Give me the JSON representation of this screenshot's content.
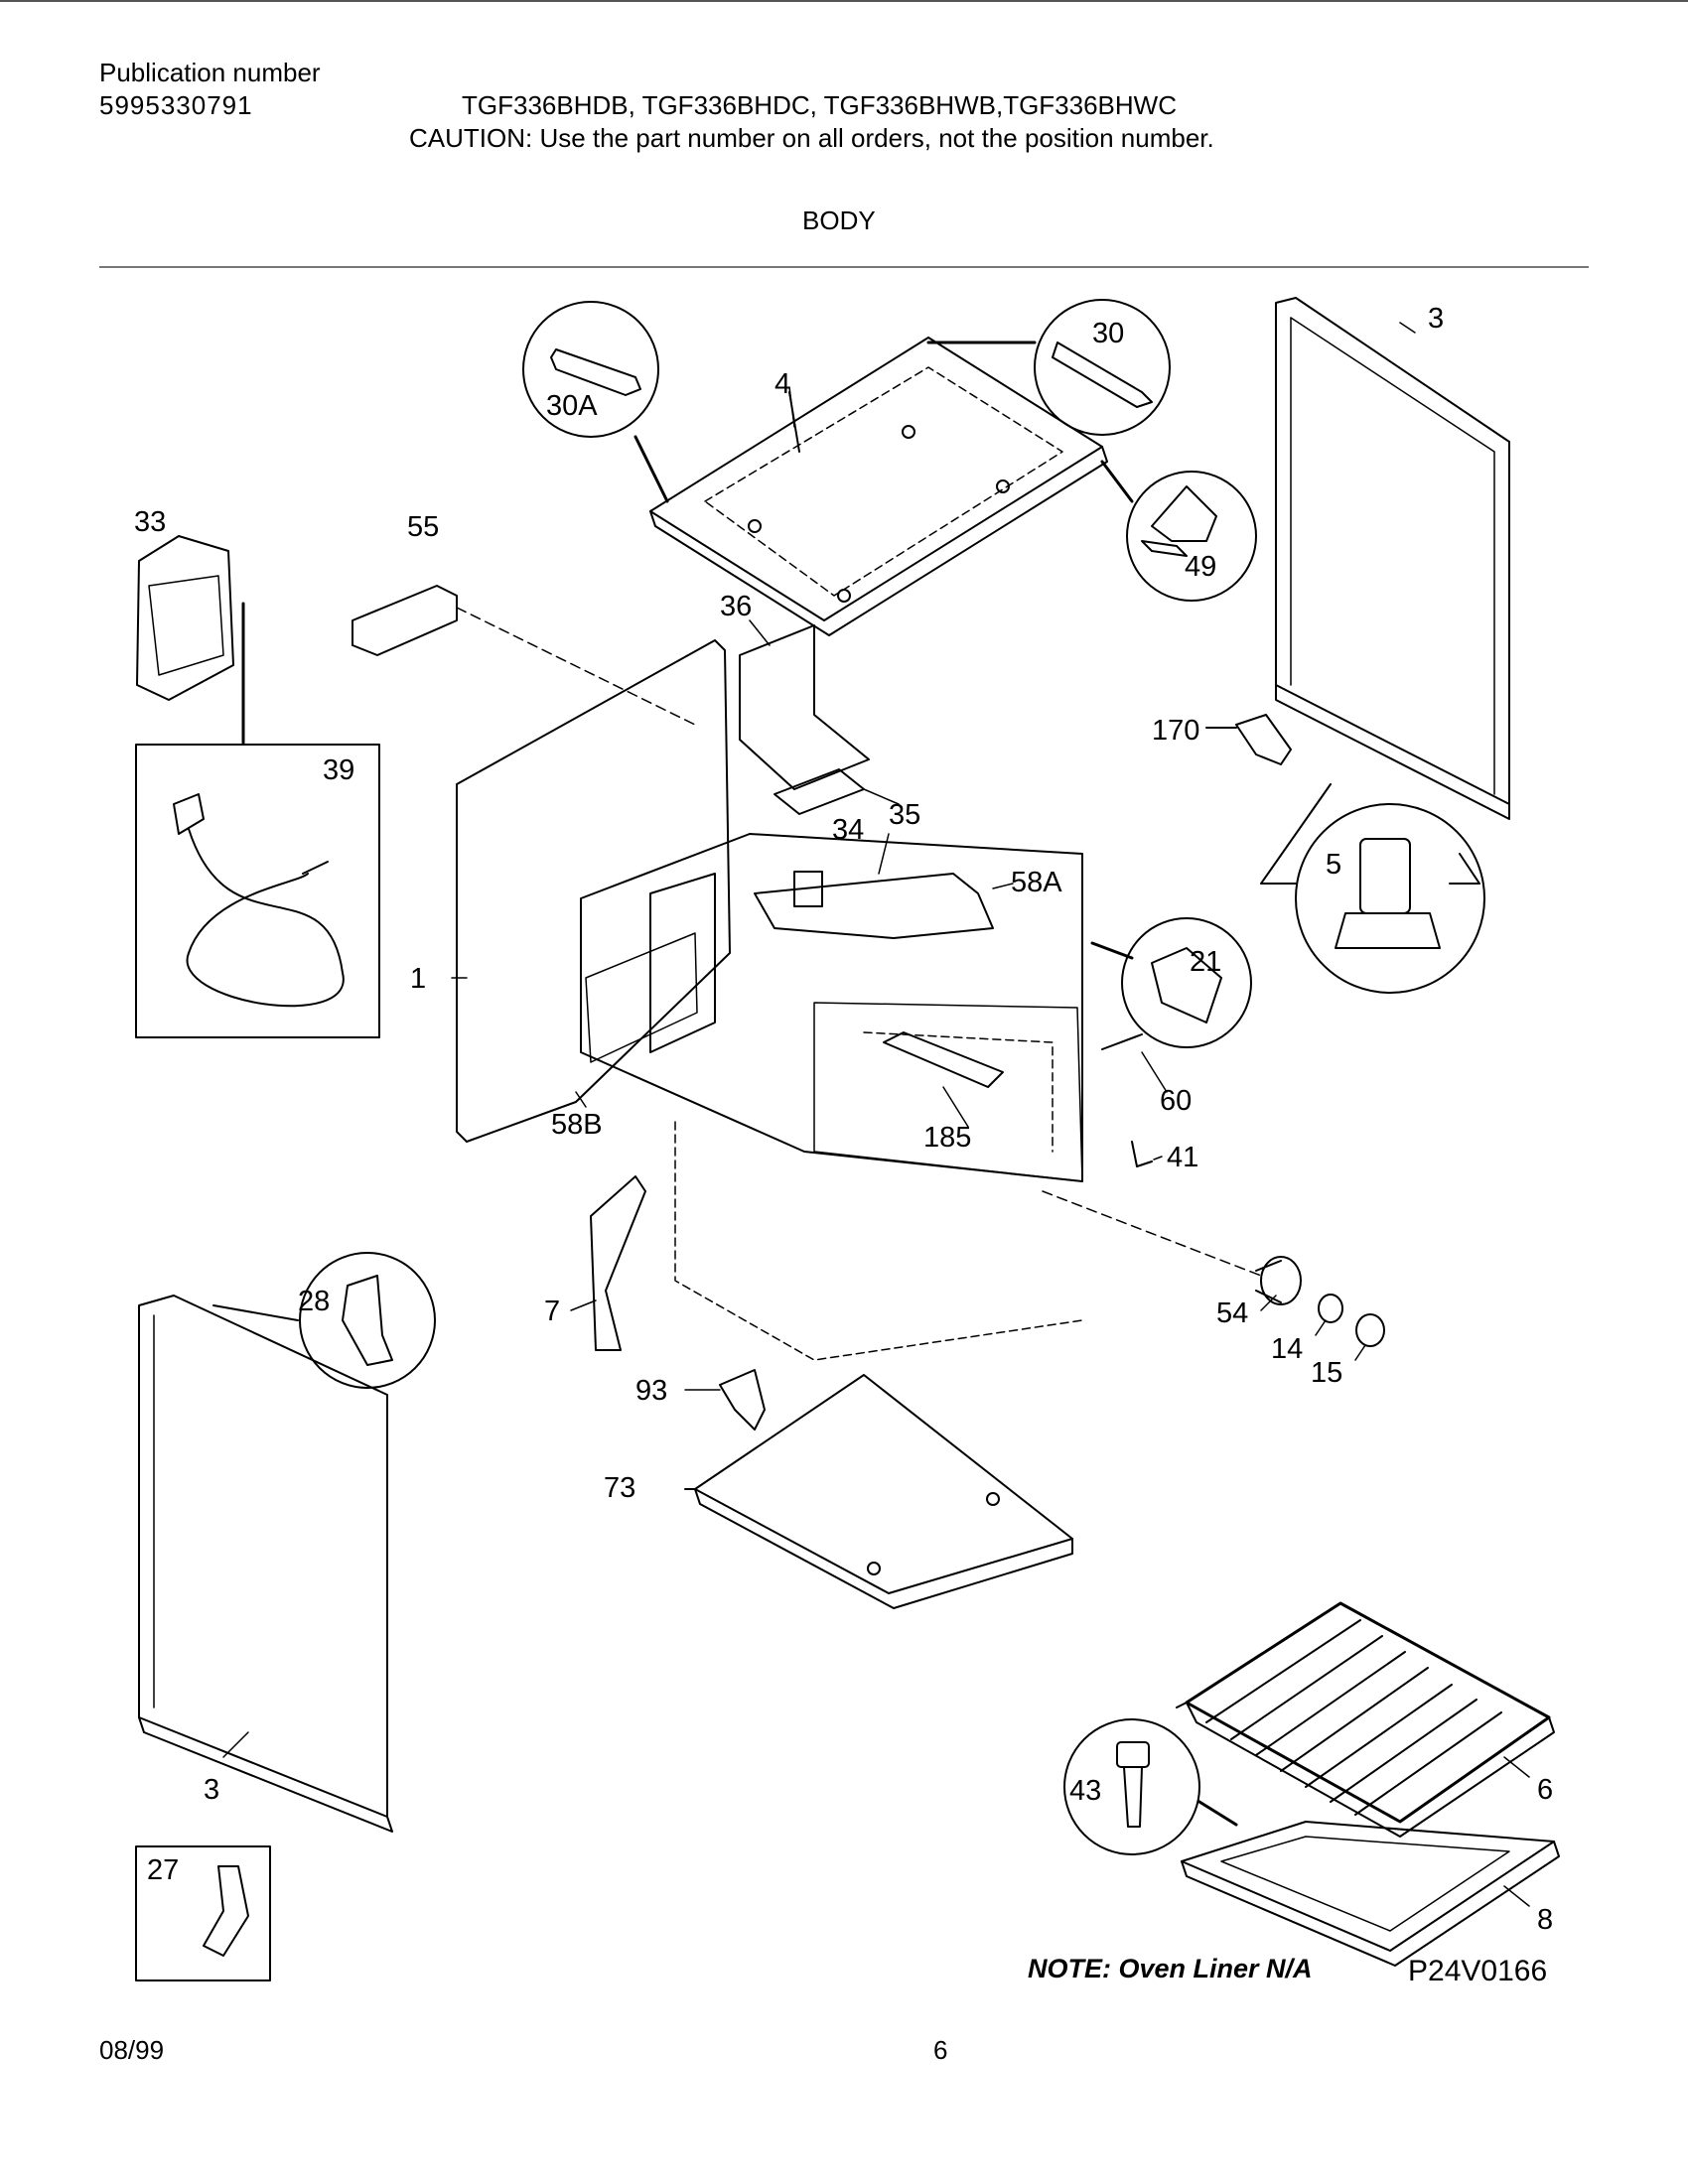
{
  "header": {
    "publication_label": "Publication number",
    "publication_number": "5995330791",
    "models": "TGF336BHDB, TGF336BHDC, TGF336BHWB,TGF336BHWC",
    "caution": "CAUTION:  Use the part number on all orders, not the position number.",
    "section_title": "BODY"
  },
  "callouts": {
    "c1": "1",
    "c3a": "3",
    "c3b": "3",
    "c4": "4",
    "c5": "5",
    "c6": "6",
    "c7": "7",
    "c8": "8",
    "c14": "14",
    "c15": "15",
    "c21": "21",
    "c27": "27",
    "c28": "28",
    "c30": "30",
    "c30a": "30A",
    "c33": "33",
    "c34": "34",
    "c35": "35",
    "c36": "36",
    "c39": "39",
    "c41": "41",
    "c43": "43",
    "c49": "49",
    "c54": "54",
    "c55": "55",
    "c58a": "58A",
    "c58b": "58B",
    "c60": "60",
    "c73": "73",
    "c93": "93",
    "c170": "170",
    "c185": "185"
  },
  "note": "NOTE: Oven Liner N/A",
  "diagram_code": "P24V0166",
  "footer": {
    "date": "08/99",
    "page": "6"
  }
}
